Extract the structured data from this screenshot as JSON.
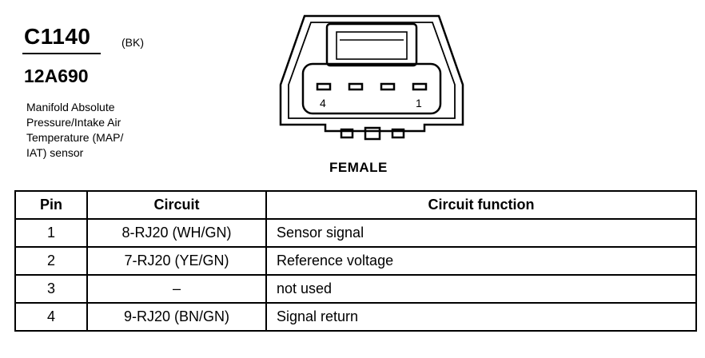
{
  "header": {
    "connector_id": "C1140",
    "color_code": "(BK)",
    "part_number": "12A690",
    "description_lines": [
      "Manifold Absolute",
      "Pressure/Intake Air",
      "Temperature (MAP/",
      "IAT) sensor"
    ]
  },
  "connector": {
    "gender": "FEMALE",
    "pin_label_left": "4",
    "pin_label_right": "1"
  },
  "table": {
    "headers": [
      "Pin",
      "Circuit",
      "Circuit function"
    ],
    "rows": [
      {
        "pin": "1",
        "circuit": "8-RJ20 (WH/GN)",
        "function": "Sensor signal"
      },
      {
        "pin": "2",
        "circuit": "7-RJ20 (YE/GN)",
        "function": "Reference voltage"
      },
      {
        "pin": "3",
        "circuit": "–",
        "function": "not used"
      },
      {
        "pin": "4",
        "circuit": "9-RJ20 (BN/GN)",
        "function": "Signal return"
      }
    ]
  }
}
